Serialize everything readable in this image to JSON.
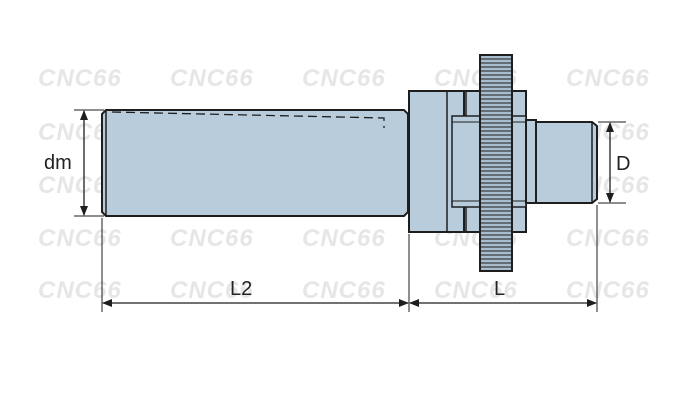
{
  "watermark": "CNC66",
  "labels": {
    "dm": "dm",
    "D": "D",
    "L2": "L2",
    "L": "L"
  },
  "colors": {
    "body": "#b8ccdb",
    "outline": "#1e1e1e",
    "gear": "#a8bccc",
    "watermark": "#e6e6e6"
  }
}
